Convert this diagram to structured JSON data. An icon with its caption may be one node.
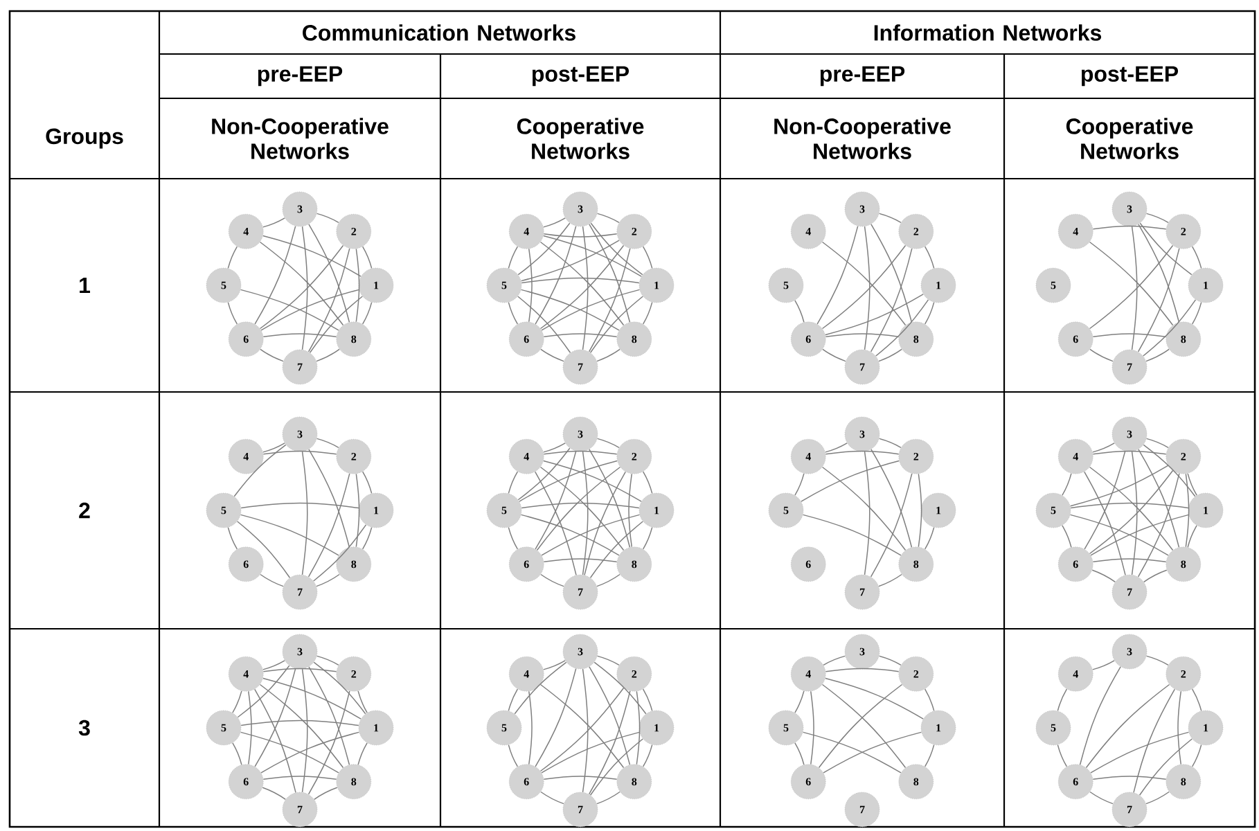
{
  "diagram": {
    "nodes": [
      {
        "text": [
          "1"
        ]
      },
      {
        "text": [
          "2"
        ]
      },
      {
        "text": [
          "3"
        ]
      },
      {
        "text": [
          "4"
        ]
      },
      {
        "text": [
          "5"
        ]
      },
      {
        "text": [
          "6"
        ]
      },
      {
        "text": [
          "7"
        ]
      },
      {
        "text": [
          "8"
        ]
      },
      {
        "text": [
          "1"
        ]
      },
      {
        "text": [
          "2"
        ]
      },
      {
        "text": [
          "3"
        ]
      },
      {
        "text": [
          "4"
        ]
      },
      {
        "text": [
          "5"
        ]
      },
      {
        "text": [
          "6"
        ]
      },
      {
        "text": [
          "7"
        ]
      },
      {
        "text": [
          "8"
        ]
      },
      {
        "text": [
          "1"
        ]
      },
      {
        "text": [
          "2"
        ]
      },
      {
        "text": [
          "3"
        ]
      },
      {
        "text": [
          "4"
        ]
      },
      {
        "text": [
          "5"
        ]
      },
      {
        "text": [
          "6"
        ]
      },
      {
        "text": [
          "7"
        ]
      },
      {
        "text": [
          "8"
        ]
      },
      {
        "text": [
          "1"
        ]
      },
      {
        "text": [
          "2"
        ]
      },
      {
        "text": [
          "3"
        ]
      },
      {
        "text": [
          "4"
        ]
      },
      {
        "text": [
          "5"
        ]
      },
      {
        "text": [
          "6"
        ]
      },
      {
        "text": [
          "7"
        ]
      },
      {
        "text": [
          "8"
        ]
      },
      {
        "text": [
          "1"
        ]
      },
      {
        "text": [
          "2"
        ]
      },
      {
        "text": [
          "3"
        ]
      },
      {
        "text": [
          "4"
        ]
      },
      {
        "text": [
          "5"
        ]
      },
      {
        "text": [
          "6"
        ]
      },
      {
        "text": [
          "7"
        ]
      },
      {
        "text": [
          "8"
        ]
      },
      {
        "text": [
          "1"
        ]
      },
      {
        "text": [
          "2"
        ]
      },
      {
        "text": [
          "3"
        ]
      },
      {
        "text": [
          "4"
        ]
      },
      {
        "text": [
          "5"
        ]
      },
      {
        "text": [
          "6"
        ]
      },
      {
        "text": [
          "7"
        ]
      },
      {
        "text": [
          "8"
        ]
      },
      {
        "text": [
          "1"
        ]
      },
      {
        "text": [
          "2"
        ]
      },
      {
        "text": [
          "3"
        ]
      },
      {
        "text": [
          "4"
        ]
      },
      {
        "text": [
          "5"
        ]
      },
      {
        "text": [
          "6"
        ]
      },
      {
        "text": [
          "7"
        ]
      },
      {
        "text": [
          "8"
        ]
      },
      {
        "text": [
          "1"
        ]
      },
      {
        "text": [
          "2"
        ]
      },
      {
        "text": [
          "3"
        ]
      },
      {
        "text": [
          "4"
        ]
      },
      {
        "text": [
          "5"
        ]
      },
      {
        "text": [
          "6"
        ]
      },
      {
        "text": [
          "7"
        ]
      },
      {
        "text": [
          "8"
        ]
      },
      {
        "text": [
          "1"
        ]
      },
      {
        "text": [
          "2"
        ]
      },
      {
        "text": [
          "3"
        ]
      },
      {
        "text": [
          "4"
        ]
      },
      {
        "text": [
          "5"
        ]
      },
      {
        "text": [
          "6"
        ]
      },
      {
        "text": [
          "7"
        ]
      },
      {
        "text": [
          "8"
        ]
      },
      {
        "text": [
          "1"
        ]
      },
      {
        "text": [
          "2"
        ]
      },
      {
        "text": [
          "3"
        ]
      },
      {
        "text": [
          "4"
        ]
      },
      {
        "text": [
          "5"
        ]
      },
      {
        "text": [
          "6"
        ]
      },
      {
        "text": [
          "7"
        ]
      },
      {
        "text": [
          "8"
        ]
      },
      {
        "text": [
          "1"
        ]
      },
      {
        "text": [
          "2"
        ]
      },
      {
        "text": [
          "3"
        ]
      },
      {
        "text": [
          "4"
        ]
      },
      {
        "text": [
          "5"
        ]
      },
      {
        "text": [
          "6"
        ]
      },
      {
        "text": [
          "7"
        ]
      },
      {
        "text": [
          "8"
        ]
      },
      {
        "text": [
          "1"
        ]
      },
      {
        "text": [
          "2"
        ]
      },
      {
        "text": [
          "3"
        ]
      },
      {
        "text": [
          "4"
        ]
      },
      {
        "text": [
          "5"
        ]
      },
      {
        "text": [
          "6"
        ]
      },
      {
        "text": [
          "7"
        ]
      },
      {
        "text": [
          "8"
        ]
      }
    ],
    "edges": [
      {
        "from": 2,
        "to": 3,
        "arrow": "none"
      },
      {
        "from": 2,
        "to": 1,
        "arrow": "none"
      },
      {
        "from": 1,
        "to": 0,
        "arrow": "none"
      },
      {
        "from": 0,
        "to": 7,
        "arrow": "none"
      },
      {
        "from": 7,
        "to": 6,
        "arrow": "none"
      },
      {
        "from": 6,
        "to": 5,
        "arrow": "none"
      },
      {
        "from": 5,
        "to": 4,
        "arrow": "none"
      },
      {
        "from": 4,
        "to": 3,
        "arrow": "none"
      },
      {
        "from": 2,
        "to": 5,
        "arrow": "none"
      },
      {
        "from": 2,
        "to": 6,
        "arrow": "none"
      },
      {
        "from": 2,
        "to": 7,
        "arrow": "none"
      },
      {
        "from": 1,
        "to": 5,
        "arrow": "none"
      },
      {
        "from": 1,
        "to": 6,
        "arrow": "none"
      },
      {
        "from": 3,
        "to": 7,
        "arrow": "none"
      },
      {
        "from": 3,
        "to": 0,
        "arrow": "none"
      },
      {
        "from": 4,
        "to": 7,
        "arrow": "none"
      },
      {
        "from": 5,
        "to": 7,
        "arrow": "none"
      },
      {
        "from": 5,
        "to": 0,
        "arrow": "none"
      },
      {
        "from": 6,
        "to": 0,
        "arrow": "none"
      },
      {
        "from": 1,
        "to": 7,
        "arrow": "none"
      },
      {
        "from": 10,
        "to": 11,
        "arrow": "none"
      },
      {
        "from": 10,
        "to": 9,
        "arrow": "none"
      },
      {
        "from": 9,
        "to": 8,
        "arrow": "none"
      },
      {
        "from": 8,
        "to": 15,
        "arrow": "none"
      },
      {
        "from": 15,
        "to": 14,
        "arrow": "none"
      },
      {
        "from": 14,
        "to": 13,
        "arrow": "none"
      },
      {
        "from": 13,
        "to": 12,
        "arrow": "none"
      },
      {
        "from": 12,
        "to": 11,
        "arrow": "none"
      },
      {
        "from": 10,
        "to": 12,
        "arrow": "none"
      },
      {
        "from": 10,
        "to": 13,
        "arrow": "none"
      },
      {
        "from": 10,
        "to": 14,
        "arrow": "none"
      },
      {
        "from": 10,
        "to": 15,
        "arrow": "none"
      },
      {
        "from": 9,
        "to": 11,
        "arrow": "none"
      },
      {
        "from": 9,
        "to": 12,
        "arrow": "none"
      },
      {
        "from": 9,
        "to": 13,
        "arrow": "none"
      },
      {
        "from": 9,
        "to": 14,
        "arrow": "none"
      },
      {
        "from": 11,
        "to": 8,
        "arrow": "none"
      },
      {
        "from": 11,
        "to": 15,
        "arrow": "none"
      },
      {
        "from": 11,
        "to": 13,
        "arrow": "none"
      },
      {
        "from": 12,
        "to": 8,
        "arrow": "none"
      },
      {
        "from": 12,
        "to": 15,
        "arrow": "none"
      },
      {
        "from": 12,
        "to": 14,
        "arrow": "none"
      },
      {
        "from": 13,
        "to": 8,
        "arrow": "none"
      },
      {
        "from": 13,
        "to": 15,
        "arrow": "none"
      },
      {
        "from": 14,
        "to": 8,
        "arrow": "none"
      },
      {
        "from": 8,
        "to": 10,
        "arrow": "none"
      },
      {
        "from": 18,
        "to": 17,
        "arrow": "none"
      },
      {
        "from": 17,
        "to": 16,
        "arrow": "none"
      },
      {
        "from": 16,
        "to": 23,
        "arrow": "none"
      },
      {
        "from": 23,
        "to": 22,
        "arrow": "none"
      },
      {
        "from": 22,
        "to": 21,
        "arrow": "none"
      },
      {
        "from": 20,
        "to": 21,
        "arrow": "none"
      },
      {
        "from": 19,
        "to": 23,
        "arrow": "none"
      },
      {
        "from": 18,
        "to": 21,
        "arrow": "none"
      },
      {
        "from": 18,
        "to": 22,
        "arrow": "none"
      },
      {
        "from": 17,
        "to": 22,
        "arrow": "none"
      },
      {
        "from": 17,
        "to": 21,
        "arrow": "none"
      },
      {
        "from": 16,
        "to": 21,
        "arrow": "none"
      },
      {
        "from": 16,
        "to": 22,
        "arrow": "none"
      },
      {
        "from": 21,
        "to": 23,
        "arrow": "none"
      },
      {
        "from": 18,
        "to": 23,
        "arrow": "none"
      },
      {
        "from": 27,
        "to": 25,
        "arrow": "none"
      },
      {
        "from": 26,
        "to": 25,
        "arrow": "none"
      },
      {
        "from": 25,
        "to": 24,
        "arrow": "none"
      },
      {
        "from": 24,
        "to": 31,
        "arrow": "none"
      },
      {
        "from": 31,
        "to": 30,
        "arrow": "none"
      },
      {
        "from": 30,
        "to": 29,
        "arrow": "none"
      },
      {
        "from": 29,
        "to": 31,
        "arrow": "none"
      },
      {
        "from": 27,
        "to": 31,
        "arrow": "none"
      },
      {
        "from": 26,
        "to": 30,
        "arrow": "none"
      },
      {
        "from": 26,
        "to": 31,
        "arrow": "none"
      },
      {
        "from": 25,
        "to": 30,
        "arrow": "none"
      },
      {
        "from": 25,
        "to": 29,
        "arrow": "none"
      },
      {
        "from": 24,
        "to": 30,
        "arrow": "none"
      },
      {
        "from": 24,
        "to": 26,
        "arrow": "none"
      },
      {
        "from": 34,
        "to": 35,
        "arrow": "none"
      },
      {
        "from": 34,
        "to": 33,
        "arrow": "none"
      },
      {
        "from": 33,
        "to": 32,
        "arrow": "none"
      },
      {
        "from": 32,
        "to": 39,
        "arrow": "none"
      },
      {
        "from": 39,
        "to": 38,
        "arrow": "none"
      },
      {
        "from": 38,
        "to": 37,
        "arrow": "none"
      },
      {
        "from": 37,
        "to": 36,
        "arrow": "none"
      },
      {
        "from": 36,
        "to": 34,
        "arrow": "none"
      },
      {
        "from": 35,
        "to": 33,
        "arrow": "none"
      },
      {
        "from": 36,
        "to": 32,
        "arrow": "none"
      },
      {
        "from": 36,
        "to": 39,
        "arrow": "none"
      },
      {
        "from": 34,
        "to": 38,
        "arrow": "none"
      },
      {
        "from": 34,
        "to": 39,
        "arrow": "none"
      },
      {
        "from": 33,
        "to": 38,
        "arrow": "none"
      },
      {
        "from": 33,
        "to": 39,
        "arrow": "none"
      },
      {
        "from": 32,
        "to": 38,
        "arrow": "none"
      },
      {
        "from": 36,
        "to": 38,
        "arrow": "none"
      },
      {
        "from": 42,
        "to": 43,
        "arrow": "none"
      },
      {
        "from": 42,
        "to": 41,
        "arrow": "none"
      },
      {
        "from": 41,
        "to": 40,
        "arrow": "none"
      },
      {
        "from": 40,
        "to": 47,
        "arrow": "none"
      },
      {
        "from": 47,
        "to": 46,
        "arrow": "none"
      },
      {
        "from": 46,
        "to": 45,
        "arrow": "none"
      },
      {
        "from": 45,
        "to": 44,
        "arrow": "none"
      },
      {
        "from": 44,
        "to": 43,
        "arrow": "none"
      },
      {
        "from": 42,
        "to": 44,
        "arrow": "none"
      },
      {
        "from": 42,
        "to": 45,
        "arrow": "none"
      },
      {
        "from": 42,
        "to": 46,
        "arrow": "none"
      },
      {
        "from": 42,
        "to": 47,
        "arrow": "none"
      },
      {
        "from": 43,
        "to": 41,
        "arrow": "none"
      },
      {
        "from": 43,
        "to": 40,
        "arrow": "none"
      },
      {
        "from": 43,
        "to": 47,
        "arrow": "none"
      },
      {
        "from": 43,
        "to": 46,
        "arrow": "none"
      },
      {
        "from": 44,
        "to": 41,
        "arrow": "none"
      },
      {
        "from": 44,
        "to": 40,
        "arrow": "none"
      },
      {
        "from": 44,
        "to": 47,
        "arrow": "none"
      },
      {
        "from": 45,
        "to": 41,
        "arrow": "none"
      },
      {
        "from": 45,
        "to": 40,
        "arrow": "none"
      },
      {
        "from": 45,
        "to": 47,
        "arrow": "none"
      },
      {
        "from": 46,
        "to": 41,
        "arrow": "none"
      },
      {
        "from": 46,
        "to": 40,
        "arrow": "none"
      },
      {
        "from": 47,
        "to": 41,
        "arrow": "none"
      },
      {
        "from": 50,
        "to": 51,
        "arrow": "none"
      },
      {
        "from": 50,
        "to": 49,
        "arrow": "none"
      },
      {
        "from": 51,
        "to": 49,
        "arrow": "none"
      },
      {
        "from": 51,
        "to": 52,
        "arrow": "none"
      },
      {
        "from": 52,
        "to": 49,
        "arrow": "none"
      },
      {
        "from": 52,
        "to": 55,
        "arrow": "none"
      },
      {
        "from": 51,
        "to": 55,
        "arrow": "none"
      },
      {
        "from": 50,
        "to": 55,
        "arrow": "none"
      },
      {
        "from": 50,
        "to": 54,
        "arrow": "none"
      },
      {
        "from": 49,
        "to": 54,
        "arrow": "none"
      },
      {
        "from": 49,
        "to": 55,
        "arrow": "none"
      },
      {
        "from": 48,
        "to": 55,
        "arrow": "none"
      },
      {
        "from": 55,
        "to": 54,
        "arrow": "none"
      },
      {
        "from": 58,
        "to": 59,
        "arrow": "none"
      },
      {
        "from": 58,
        "to": 57,
        "arrow": "none"
      },
      {
        "from": 59,
        "to": 57,
        "arrow": "none"
      },
      {
        "from": 59,
        "to": 60,
        "arrow": "none"
      },
      {
        "from": 60,
        "to": 61,
        "arrow": "none"
      },
      {
        "from": 61,
        "to": 62,
        "arrow": "none"
      },
      {
        "from": 62,
        "to": 63,
        "arrow": "none"
      },
      {
        "from": 63,
        "to": 56,
        "arrow": "none"
      },
      {
        "from": 56,
        "to": 57,
        "arrow": "none"
      },
      {
        "from": 58,
        "to": 61,
        "arrow": "none"
      },
      {
        "from": 58,
        "to": 62,
        "arrow": "none"
      },
      {
        "from": 58,
        "to": 63,
        "arrow": "none"
      },
      {
        "from": 57,
        "to": 60,
        "arrow": "none"
      },
      {
        "from": 57,
        "to": 61,
        "arrow": "none"
      },
      {
        "from": 57,
        "to": 62,
        "arrow": "none"
      },
      {
        "from": 57,
        "to": 63,
        "arrow": "none"
      },
      {
        "from": 59,
        "to": 63,
        "arrow": "none"
      },
      {
        "from": 59,
        "to": 62,
        "arrow": "none"
      },
      {
        "from": 60,
        "to": 63,
        "arrow": "none"
      },
      {
        "from": 60,
        "to": 56,
        "arrow": "none"
      },
      {
        "from": 61,
        "to": 63,
        "arrow": "none"
      },
      {
        "from": 61,
        "to": 56,
        "arrow": "none"
      },
      {
        "from": 58,
        "to": 56,
        "arrow": "none"
      },
      {
        "from": 66,
        "to": 67,
        "arrow": "none"
      },
      {
        "from": 66,
        "to": 65,
        "arrow": "none"
      },
      {
        "from": 67,
        "to": 65,
        "arrow": "none"
      },
      {
        "from": 67,
        "to": 68,
        "arrow": "none"
      },
      {
        "from": 68,
        "to": 69,
        "arrow": "none"
      },
      {
        "from": 69,
        "to": 70,
        "arrow": "none"
      },
      {
        "from": 70,
        "to": 71,
        "arrow": "none"
      },
      {
        "from": 71,
        "to": 64,
        "arrow": "none"
      },
      {
        "from": 64,
        "to": 65,
        "arrow": "none"
      },
      {
        "from": 66,
        "to": 68,
        "arrow": "none"
      },
      {
        "from": 66,
        "to": 69,
        "arrow": "none"
      },
      {
        "from": 66,
        "to": 70,
        "arrow": "none"
      },
      {
        "from": 66,
        "to": 71,
        "arrow": "none"
      },
      {
        "from": 66,
        "to": 64,
        "arrow": "none"
      },
      {
        "from": 67,
        "to": 64,
        "arrow": "none"
      },
      {
        "from": 67,
        "to": 71,
        "arrow": "none"
      },
      {
        "from": 67,
        "to": 70,
        "arrow": "none"
      },
      {
        "from": 67,
        "to": 69,
        "arrow": "none"
      },
      {
        "from": 68,
        "to": 71,
        "arrow": "none"
      },
      {
        "from": 68,
        "to": 64,
        "arrow": "none"
      },
      {
        "from": 69,
        "to": 71,
        "arrow": "none"
      },
      {
        "from": 69,
        "to": 64,
        "arrow": "none"
      },
      {
        "from": 65,
        "to": 70,
        "arrow": "none"
      },
      {
        "from": 74,
        "to": 75,
        "arrow": "none"
      },
      {
        "from": 74,
        "to": 73,
        "arrow": "none"
      },
      {
        "from": 73,
        "to": 72,
        "arrow": "none"
      },
      {
        "from": 72,
        "to": 79,
        "arrow": "none"
      },
      {
        "from": 79,
        "to": 78,
        "arrow": "none"
      },
      {
        "from": 78,
        "to": 77,
        "arrow": "none"
      },
      {
        "from": 77,
        "to": 76,
        "arrow": "none"
      },
      {
        "from": 76,
        "to": 75,
        "arrow": "none"
      },
      {
        "from": 75,
        "to": 77,
        "arrow": "none"
      },
      {
        "from": 74,
        "to": 77,
        "arrow": "none"
      },
      {
        "from": 74,
        "to": 78,
        "arrow": "none"
      },
      {
        "from": 74,
        "to": 79,
        "arrow": "none"
      },
      {
        "from": 74,
        "to": 72,
        "arrow": "none"
      },
      {
        "from": 73,
        "to": 77,
        "arrow": "none"
      },
      {
        "from": 73,
        "to": 78,
        "arrow": "none"
      },
      {
        "from": 73,
        "to": 79,
        "arrow": "none"
      },
      {
        "from": 75,
        "to": 79,
        "arrow": "none"
      },
      {
        "from": 77,
        "to": 72,
        "arrow": "none"
      },
      {
        "from": 77,
        "to": 79,
        "arrow": "none"
      },
      {
        "from": 78,
        "to": 72,
        "arrow": "none"
      },
      {
        "from": 76,
        "to": 74,
        "arrow": "none"
      },
      {
        "from": 82,
        "to": 81,
        "arrow": "none"
      },
      {
        "from": 83,
        "to": 81,
        "arrow": "none"
      },
      {
        "from": 83,
        "to": 84,
        "arrow": "none"
      },
      {
        "from": 84,
        "to": 85,
        "arrow": "none"
      },
      {
        "from": 83,
        "to": 85,
        "arrow": "none"
      },
      {
        "from": 83,
        "to": 80,
        "arrow": "none"
      },
      {
        "from": 83,
        "to": 87,
        "arrow": "none"
      },
      {
        "from": 84,
        "to": 87,
        "arrow": "none"
      },
      {
        "from": 85,
        "to": 81,
        "arrow": "none"
      },
      {
        "from": 85,
        "to": 80,
        "arrow": "none"
      },
      {
        "from": 81,
        "to": 80,
        "arrow": "none"
      },
      {
        "from": 80,
        "to": 87,
        "arrow": "none"
      },
      {
        "from": 83,
        "to": 82,
        "arrow": "none"
      },
      {
        "from": 90,
        "to": 89,
        "arrow": "none"
      },
      {
        "from": 89,
        "to": 88,
        "arrow": "none"
      },
      {
        "from": 88,
        "to": 95,
        "arrow": "none"
      },
      {
        "from": 95,
        "to": 94,
        "arrow": "none"
      },
      {
        "from": 94,
        "to": 93,
        "arrow": "none"
      },
      {
        "from": 93,
        "to": 92,
        "arrow": "none"
      },
      {
        "from": 92,
        "to": 91,
        "arrow": "none"
      },
      {
        "from": 90,
        "to": 91,
        "arrow": "none"
      },
      {
        "from": 93,
        "to": 89,
        "arrow": "none"
      },
      {
        "from": 93,
        "to": 88,
        "arrow": "none"
      },
      {
        "from": 93,
        "to": 95,
        "arrow": "none"
      },
      {
        "from": 94,
        "to": 89,
        "arrow": "none"
      },
      {
        "from": 94,
        "to": 88,
        "arrow": "none"
      },
      {
        "from": 95,
        "to": 89,
        "arrow": "none"
      },
      {
        "from": 93,
        "to": 90,
        "arrow": "none"
      }
    ],
    "labels": [
      "Communication Networks",
      "Information Networks",
      "pre-EEP",
      "post-EEP",
      "pre-EEP",
      "post-EEP",
      "Groups",
      "Non-Cooperative Networks",
      "Cooperative Networks",
      "Non-Cooperative Networks",
      "Cooperative Networks",
      "1",
      "2",
      "3"
    ]
  }
}
